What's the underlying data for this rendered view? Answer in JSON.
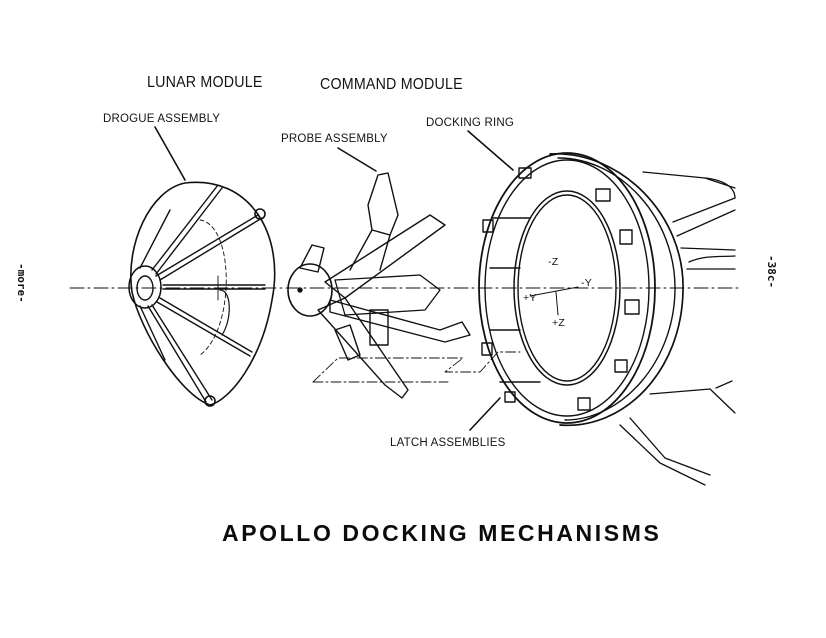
{
  "document": {
    "title": "APOLLO DOCKING MECHANISMS",
    "page_number": "-38c-",
    "continuation_note": "-more-",
    "module_headers": {
      "lunar_module": "LUNAR MODULE",
      "command_module": "COMMAND MODULE"
    },
    "callouts": {
      "drogue_assembly": "DROGUE ASSEMBLY",
      "probe_assembly": "PROBE ASSEMBLY",
      "docking_ring": "DOCKING RING",
      "latch_assemblies": "LATCH ASSEMBLIES"
    },
    "axis_labels": {
      "minus_z": "-Z",
      "minus_y": "-Y",
      "plus_y": "+Y",
      "plus_z": "+Z"
    }
  }
}
